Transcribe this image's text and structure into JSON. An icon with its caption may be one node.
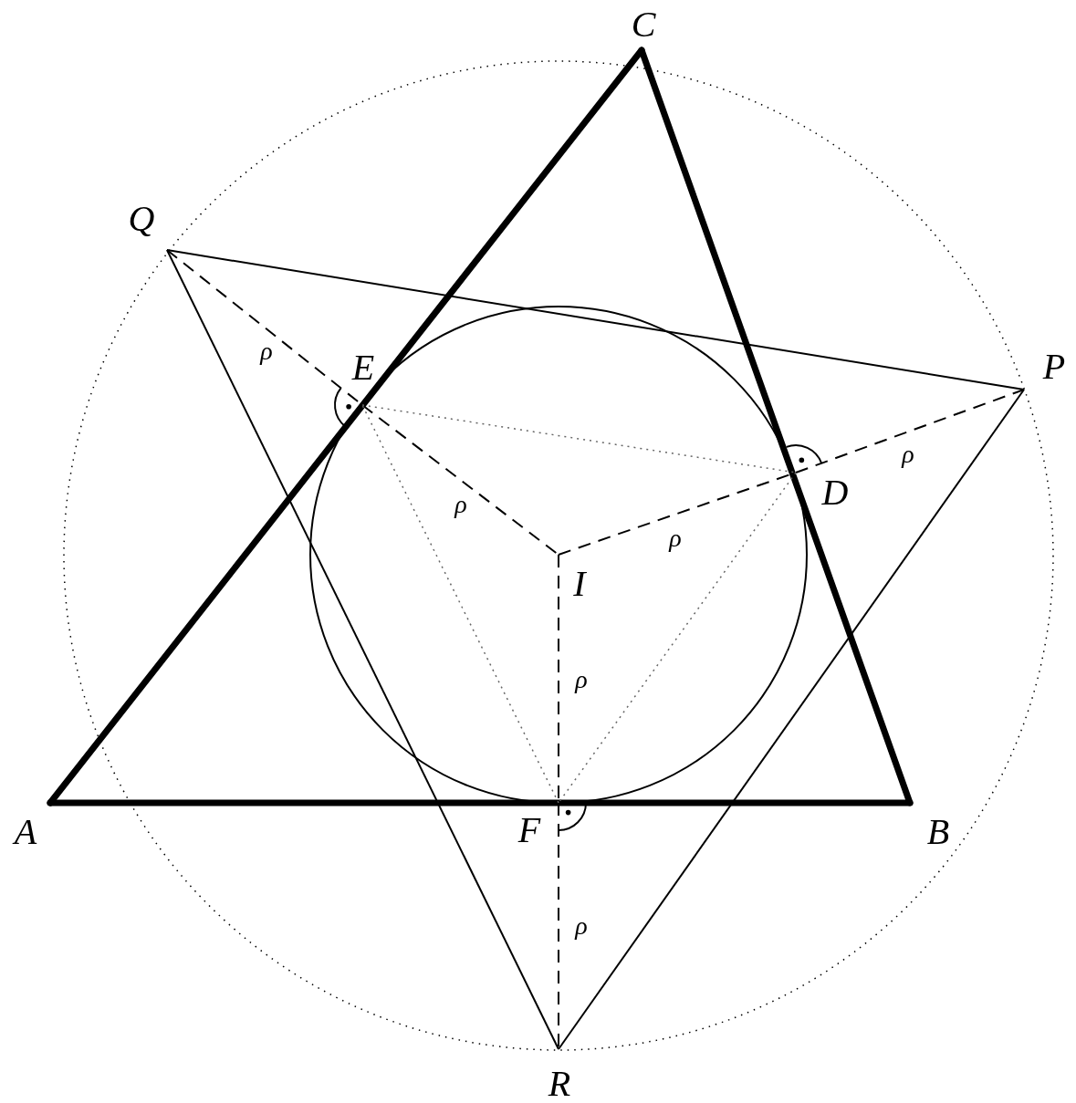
{
  "diagram": {
    "nodes": [
      {
        "text": [
          "A"
        ]
      },
      {
        "text": [
          "B"
        ]
      },
      {
        "text": [
          "C"
        ]
      },
      {
        "text": [
          "D"
        ]
      },
      {
        "text": [
          "E"
        ]
      },
      {
        "text": [
          "F"
        ]
      },
      {
        "text": [
          "I"
        ]
      },
      {
        "text": [
          "P"
        ]
      },
      {
        "text": [
          "Q"
        ]
      },
      {
        "text": [
          "R"
        ]
      }
    ],
    "edges": [
      {
        "from": 0,
        "to": 1,
        "arrow": "none",
        "style": "thick"
      },
      {
        "from": 1,
        "to": 2,
        "arrow": "none",
        "style": "thick"
      },
      {
        "from": 2,
        "to": 0,
        "arrow": "none",
        "style": "thick"
      },
      {
        "from": 8,
        "to": 7,
        "arrow": "none"
      },
      {
        "from": 7,
        "to": 9,
        "arrow": "none"
      },
      {
        "from": 9,
        "to": 8,
        "arrow": "none"
      },
      {
        "from": 8,
        "to": 4,
        "arrow": "none",
        "style": "dashed",
        "label": "ρ"
      },
      {
        "from": 4,
        "to": 6,
        "arrow": "none",
        "style": "dashed",
        "label": "ρ"
      },
      {
        "from": 6,
        "to": 3,
        "arrow": "none",
        "style": "dashed",
        "label": "ρ"
      },
      {
        "from": 3,
        "to": 7,
        "arrow": "none",
        "style": "dashed",
        "label": "ρ"
      },
      {
        "from": 6,
        "to": 5,
        "arrow": "none",
        "style": "dashed",
        "label": "ρ"
      },
      {
        "from": 5,
        "to": 9,
        "arrow": "none",
        "style": "dashed",
        "label": "ρ"
      },
      {
        "from": 4,
        "to": 3,
        "arrow": "none",
        "style": "dashed",
        "color": "#666666"
      },
      {
        "from": 3,
        "to": 5,
        "arrow": "none",
        "style": "dashed",
        "color": "#666666"
      },
      {
        "from": 5,
        "to": 4,
        "arrow": "none",
        "style": "dashed",
        "color": "#666666"
      }
    ]
  }
}
